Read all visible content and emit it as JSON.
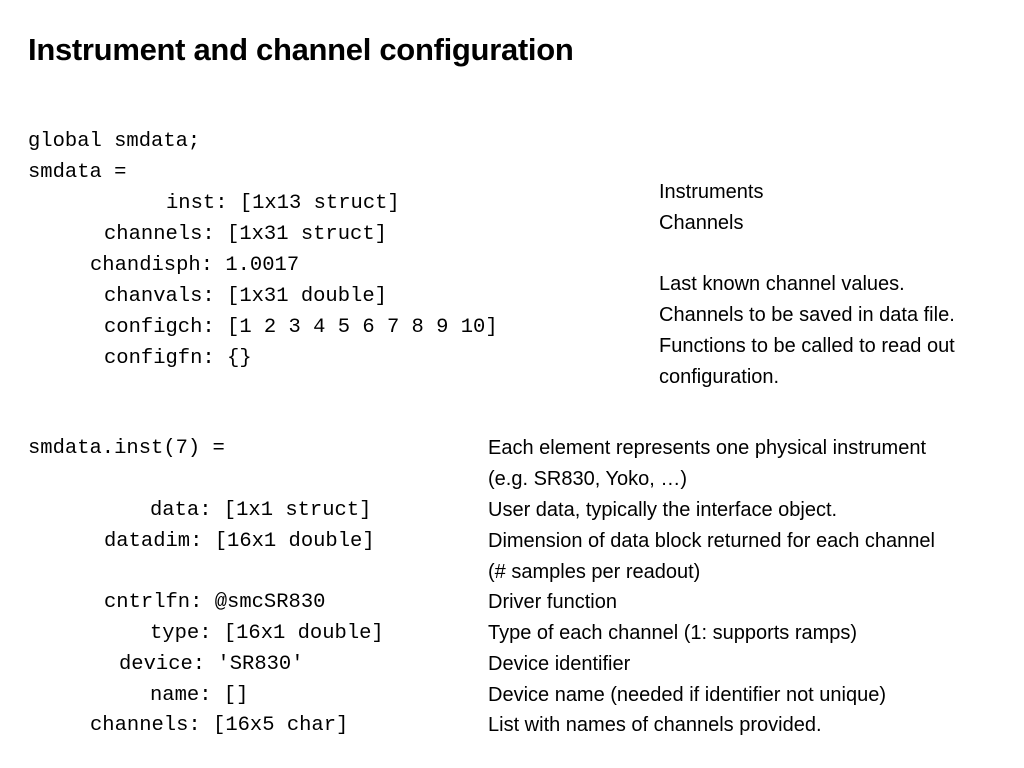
{
  "title": "Instrument and channel configuration",
  "smdata_block": {
    "lines": [
      "global smdata;",
      "smdata =",
      "inst: [1x13 struct]",
      "channels: [1x31 struct]",
      "chandisph: 1.0017",
      "chanvals: [1x31 double]",
      "configch: [1 2 3 4 5 6 7 8 9 10]",
      "configfn: {}"
    ],
    "notes": [
      "Instruments",
      "Channels",
      "Last known channel values.",
      "Channels to be saved in data file.",
      "Functions to be called to read out",
      "configuration."
    ]
  },
  "inst_block": {
    "lines": [
      "smdata.inst(7) =",
      "data: [1x1 struct]",
      "datadim: [16x1 double]",
      "cntrlfn: @smcSR830",
      "type: [16x1 double]",
      "device: 'SR830'",
      "name: []",
      "channels: [16x5 char]"
    ],
    "notes": [
      "Each element represents one physical instrument",
      "(e.g. SR830, Yoko, …)",
      "User data, typically  the interface object.",
      "Dimension of data block returned for each channel",
      "(# samples per readout)",
      "Driver function",
      "Type of each channel (1: supports ramps)",
      "Device identifier",
      "Device name (needed if identifier not unique)",
      "List with names of channels provided."
    ]
  }
}
